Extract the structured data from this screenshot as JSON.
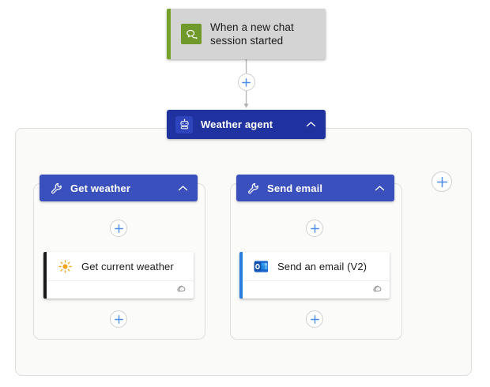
{
  "flow": {
    "trigger": {
      "label": "When a new chat\nsession started",
      "icon": "chat-bubble-icon",
      "accent_color": "#77a22a",
      "background": "#d4d4d4"
    },
    "agent": {
      "label": "Weather agent",
      "icon": "agent-bot-icon",
      "collapse_icon": "chevron-up-icon",
      "background": "#1f32a0"
    },
    "tools": [
      {
        "header_label": "Get weather",
        "header_icon": "wrench-icon",
        "collapse_icon": "chevron-up-icon",
        "action": {
          "label": "Get current weather",
          "icon": "sun-icon",
          "accent_color": "#1b1a19",
          "footer_icon": "connector-cloud-icon"
        }
      },
      {
        "header_label": "Send email",
        "header_icon": "wrench-icon",
        "collapse_icon": "chevron-up-icon",
        "action": {
          "label": "Send an email (V2)",
          "icon": "outlook-icon",
          "accent_color": "#2a7de1",
          "footer_icon": "connector-cloud-icon"
        }
      }
    ],
    "add_buttons": [
      {
        "name": "add-step-after-trigger",
        "icon": "plus-icon"
      },
      {
        "name": "add-step-in-get-weather",
        "icon": "plus-icon"
      },
      {
        "name": "add-step-in-send-email",
        "icon": "plus-icon"
      },
      {
        "name": "add-step-after-get-current-weather",
        "icon": "plus-icon"
      },
      {
        "name": "add-step-after-send-an-email",
        "icon": "plus-icon"
      },
      {
        "name": "add-tool-to-agent",
        "icon": "plus-icon"
      }
    ],
    "colors": {
      "agent_blue": "#1f32a0",
      "tool_blue": "#3a50bd",
      "plus_blue": "#4a8ce8",
      "connector_gray": "#b3b3b2",
      "trigger_green": "#70992b",
      "canvas": "#ffffff"
    }
  }
}
